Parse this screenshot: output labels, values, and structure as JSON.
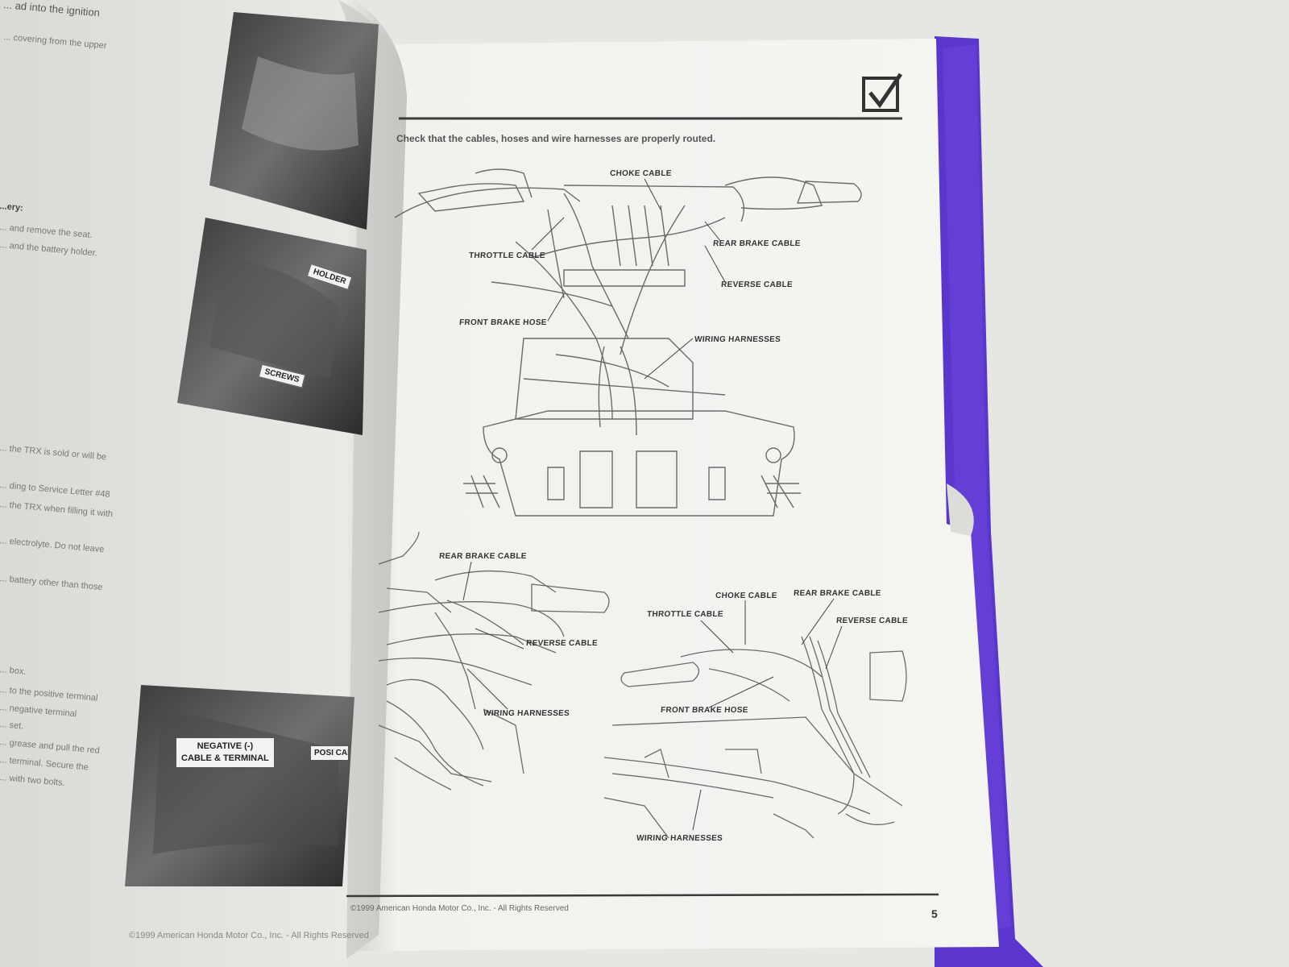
{
  "page": {
    "heading": "Check that the cables, hoses and wire harnesses are properly routed.",
    "checkbox_icon": "checkmark-box-icon",
    "footer_copyright": "©1999 American Honda Motor Co., Inc. - All Rights Reserved",
    "page_number": "5"
  },
  "diagrams": {
    "top": {
      "labels": [
        "CHOKE CABLE",
        "THROTTLE CABLE",
        "REAR BRAKE CABLE",
        "REVERSE CABLE",
        "FRONT BRAKE HOSE",
        "WIRING HARNESSES"
      ]
    },
    "bottom_left": {
      "labels": [
        "REAR BRAKE CABLE",
        "REVERSE CABLE",
        "WIRING HARNESSES"
      ]
    },
    "bottom_right": {
      "labels": [
        "CHOKE CABLE",
        "REAR BRAKE CABLE",
        "THROTTLE CABLE",
        "REVERSE CABLE",
        "FRONT BRAKE HOSE",
        "WIRING HARNESSES"
      ]
    }
  },
  "left_page": {
    "top_text": [
      "... ad into the ignition",
      "... covering from the upper"
    ],
    "section_head": "...ery:",
    "lines_a": [
      "... and remove the seat.",
      "... and the battery holder."
    ],
    "photo_holder_label": "HOLDER",
    "photo_screws_label": "SCREWS",
    "lines_b": [
      "... the TRX is sold or will be",
      "... ding to Service Letter #48",
      "... the TRX when filling it with",
      "... electrolyte. Do not leave",
      "... battery other than those"
    ],
    "lines_c": [
      "... box.",
      "... to the positive terminal",
      "... negative terminal",
      "... set.",
      "... grease and pull the red",
      "... terminal. Secure the",
      "... with two bolts."
    ],
    "photo_negative_label_1": "NEGATIVE (-)",
    "photo_negative_label_2": "CABLE & TERMINAL",
    "photo_positive_label": "POSI CABLE",
    "footer": "©1999 American Honda Motor Co., Inc. - All Rights Reserved"
  },
  "colors": {
    "folder": "#5b35cf",
    "background": "#e6e6e2",
    "paper": "#f2f2ef"
  }
}
